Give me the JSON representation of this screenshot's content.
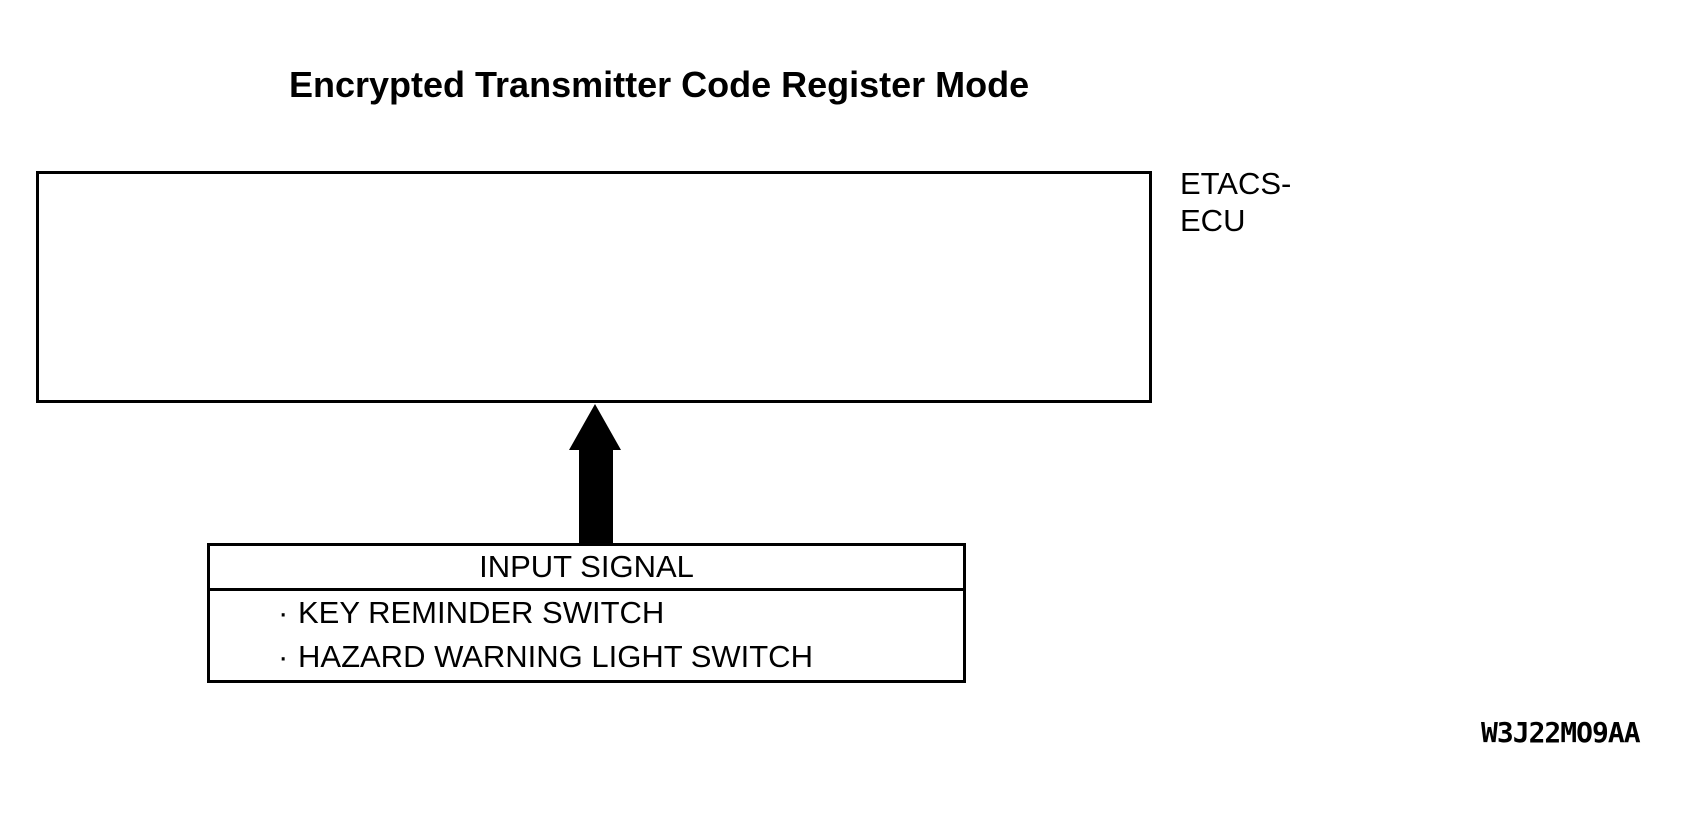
{
  "title": "Encrypted Transmitter Code Register Mode",
  "ecu_box": {
    "label_line1": "ETACS-",
    "label_line2": "ECU"
  },
  "arrow": {
    "direction": "up",
    "from": "INPUT SIGNAL",
    "to": "ETACS-ECU"
  },
  "input_signal_box": {
    "header": "INPUT SIGNAL",
    "bullet": "·",
    "items": [
      "KEY REMINDER SWITCH",
      "HAZARD WARNING LIGHT SWITCH"
    ]
  },
  "figure_code": "W3J22MO9AA",
  "colors": {
    "ink": "#000000",
    "paper": "#ffffff"
  }
}
